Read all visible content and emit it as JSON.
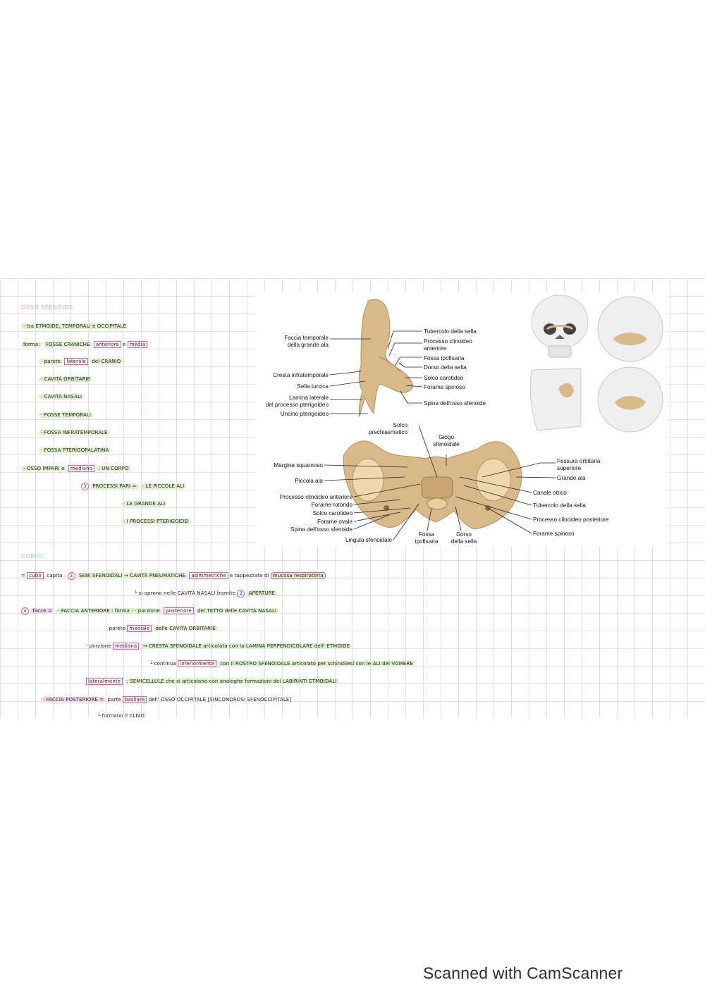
{
  "notes": {
    "title": "OSSO SFENOIDE",
    "line1": "- tra ETMOIDE, TEMPORALI e OCCIPITALE",
    "forma_label": "forma:",
    "fosse_craniche": "FOSSE CRANICHE",
    "anteriore": "anteriore",
    "e": "e",
    "media": "media",
    "parete_pre": "· parete",
    "laterale": "laterale",
    "del_cranio": "del CRANIO",
    "cavita_orbitarie": "· CAVITÀ ORBITARIE",
    "cavita_nasali": "· CAVITÀ NASALI",
    "fosse_temporali": "· FOSSE TEMPORALI",
    "fossa_infratemporale": "· FOSSA INFRATEMPORALE",
    "fossa_pterigopalatina": "· FOSSA PTERIGOPALATINA",
    "osso_impari": "- OSSO IMPARI e",
    "mediano": "mediano",
    "un_corpo": ": UN CORPO",
    "processi_num": "3",
    "processi_pari": "PROCESSI PARI =",
    "piccole_ali": "· LE PICCOLE ALI",
    "grande_ali": "· LE GRANDE ALI",
    "processi_pterigoidei": "· I PROCESSI PTERIGOIDEI",
    "corpo_title": "CORPO",
    "cubo_pre": "=",
    "cubo": "cubo",
    "cubo_post": ", capita :",
    "seni_num": "2",
    "seni": "SENI SFENOIDALI → CAVITÀ PNEUMATICHE",
    "asimmetriche": "asimmetriche",
    "tappezzate": "e tappezzate di",
    "mucosa": "mucosa respiratoria",
    "aprono": "└ si aprono nelle CAVITÀ NASALI tramite",
    "aperture_num": "2",
    "aperture": "APERTURE",
    "facce_num": "4",
    "facce": "facce =",
    "faccia_anteriore": "· FACCIA ANTERIORE : forma : · porzione",
    "posteriore": "posteriore",
    "tetto": "del TETTO delle CAVITÀ NASALI",
    "parete2_pre": "· parete",
    "mediale": "mediale",
    "delle_cav_orb": "delle CAVITÀ ORBITARIE",
    "porzione_pre": "· porzione",
    "mediana": "mediana",
    "cresta": "→ CRESTA SFENOIDALE articolata con la LAMINA PERPENDICOLARE dell' ETMOIDE",
    "continua_pre": "└ continua",
    "inferiormente": "inferiormente",
    "continua_post": "con il ROSTRO SFENOIDALE articolato per schindilesi con le ALI del VOMERE",
    "lateralmente": "lateralmente",
    "semicelle": ": SEMICELLULE che si articolano con analoghe formazioni dei LABIRINTI ETMOIDALI",
    "faccia_posteriore": "· FACCIA POSTERIORE =",
    "parte_pre": "parte",
    "basilare": "basilare",
    "parte_post": "dell' OSSO OCCIPITALE [SINCONDROSI SFENOCCIPITALE]",
    "forma_clivo": "└ formano il CLIVO"
  },
  "figure": {
    "lateral_labels": {
      "faccia_temporale_1": "Faccia temporale",
      "faccia_temporale_2": "della grande ala",
      "cresta_infratemporale": "Cresta infratemporale",
      "sella_turcica": "Sella turcica",
      "lamina_laterale_1": "Lamina laterale",
      "lamina_laterale_2": "del processo pterigoideo",
      "uncino_pterigoideo": "Uncino pterigoideo",
      "tubercolo_sella": "Tubercolo della sella",
      "processo_clinoideo_ant_1": "Processo clinoideo",
      "processo_clinoideo_ant_2": "anteriore",
      "fossa_ipofisaria": "Fossa ipofisaria",
      "dorso_sella": "Dorso della sella",
      "solco_carotideo": "Solco carotideo",
      "forame_spinoso": "Forame spinoso",
      "spina_osso_sfenoide": "Spina dell'osso sfenoide"
    },
    "superior_labels": {
      "solco_prechiasmatico_1": "Solco",
      "solco_prechiasmatico_2": "prechiasmatico",
      "giogo_sfenoidale_1": "Giogo",
      "giogo_sfenoidale_2": "sfenoidale",
      "margine_squamoso": "Margine squamoso",
      "piccola_ala": "Piccola ala",
      "processo_clinoideo_anteriore": "Processo clinoideo anteriore",
      "forame_rotondo": "Forame rotondo",
      "solco_carotideo": "Solco carotideo",
      "forame_ovale": "Forame ovale",
      "spina_osso_sfenoide": "Spina dell'osso sfenoide",
      "lingula_sfenoidale": "Lingula sfenoidale",
      "fossa_ipofisaria_1": "Fossa",
      "fossa_ipofisaria_2": "ipofisaria",
      "dorso_sella_1": "Dorso",
      "dorso_sella_2": "della sella",
      "fessura_orbitaria_1": "Fessura orbitaria",
      "fessura_orbitaria_2": "superiore",
      "grande_ala": "Grande ala",
      "canale_ottico": "Canale ottico",
      "tubercolo_sella": "Tubercolo della sella",
      "processo_clinoideo_posteriore": "Processo clinoideo posteriore",
      "forame_spinoso": "Forame spinoso"
    }
  },
  "footer": {
    "text": "Scanned with CamScanner"
  },
  "colors": {
    "highlight_green": "#dff2d0",
    "box_pink": "#d55fae",
    "title_pink": "#ee9acb",
    "title_blue": "#8ed0ee",
    "bone": "#d9b98a"
  }
}
